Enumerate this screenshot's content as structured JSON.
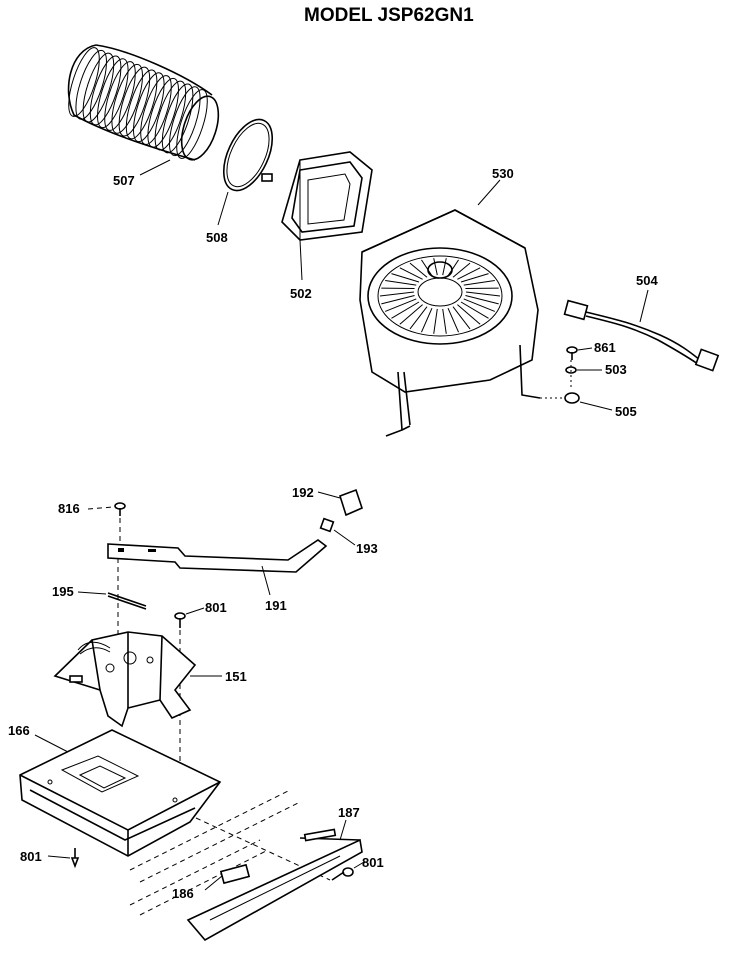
{
  "title": "MODEL JSP62GN1",
  "parts": {
    "p507": "507",
    "p508": "508",
    "p502": "502",
    "p530": "530",
    "p504": "504",
    "p861": "861",
    "p503": "503",
    "p505": "505",
    "p816": "816",
    "p192": "192",
    "p193": "193",
    "p195": "195",
    "p801a": "801",
    "p191": "191",
    "p151": "151",
    "p166": "166",
    "p187": "187",
    "p801b": "801",
    "p801c": "801",
    "p186": "186"
  }
}
